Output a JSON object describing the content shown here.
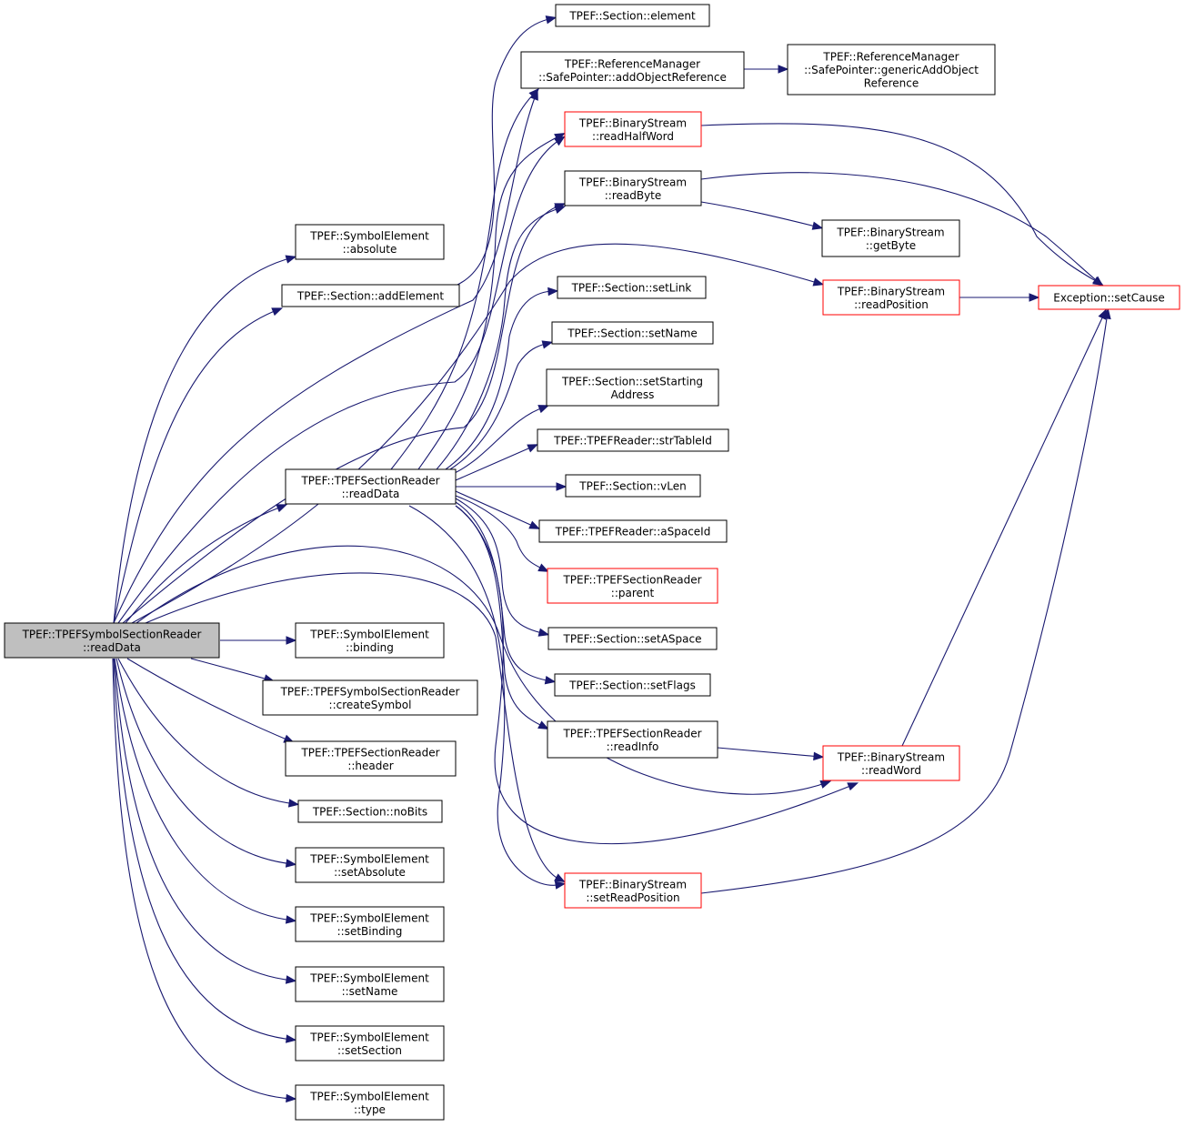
{
  "graph": {
    "nodes": [
      {
        "id": "root",
        "lines": [
          "TPEF::TPEFSymbolSectionReader",
          "::readData"
        ],
        "style": "root"
      },
      {
        "id": "absolute",
        "lines": [
          "TPEF::SymbolElement",
          "::absolute"
        ],
        "style": "normal"
      },
      {
        "id": "addElement",
        "lines": [
          "TPEF::Section::addElement"
        ],
        "style": "normal"
      },
      {
        "id": "secReadData",
        "lines": [
          "TPEF::TPEFSectionReader",
          "::readData"
        ],
        "style": "normal"
      },
      {
        "id": "binding",
        "lines": [
          "TPEF::SymbolElement",
          "::binding"
        ],
        "style": "normal"
      },
      {
        "id": "createSymbol",
        "lines": [
          "TPEF::TPEFSymbolSectionReader",
          "::createSymbol"
        ],
        "style": "normal"
      },
      {
        "id": "header",
        "lines": [
          "TPEF::TPEFSectionReader",
          "::header"
        ],
        "style": "normal"
      },
      {
        "id": "noBits",
        "lines": [
          "TPEF::Section::noBits"
        ],
        "style": "normal"
      },
      {
        "id": "setAbsolute",
        "lines": [
          "TPEF::SymbolElement",
          "::setAbsolute"
        ],
        "style": "normal"
      },
      {
        "id": "setBinding",
        "lines": [
          "TPEF::SymbolElement",
          "::setBinding"
        ],
        "style": "normal"
      },
      {
        "id": "symSetName",
        "lines": [
          "TPEF::SymbolElement",
          "::setName"
        ],
        "style": "normal"
      },
      {
        "id": "setSection",
        "lines": [
          "TPEF::SymbolElement",
          "::setSection"
        ],
        "style": "normal"
      },
      {
        "id": "type",
        "lines": [
          "TPEF::SymbolElement",
          "::type"
        ],
        "style": "normal"
      },
      {
        "id": "element",
        "lines": [
          "TPEF::Section::element"
        ],
        "style": "normal"
      },
      {
        "id": "addObjRef",
        "lines": [
          "TPEF::ReferenceManager",
          "::SafePointer::addObjectReference"
        ],
        "style": "normal"
      },
      {
        "id": "readHalfWord",
        "lines": [
          "TPEF::BinaryStream",
          "::readHalfWord"
        ],
        "style": "red"
      },
      {
        "id": "readByte",
        "lines": [
          "TPEF::BinaryStream",
          "::readByte"
        ],
        "style": "normal"
      },
      {
        "id": "setLink",
        "lines": [
          "TPEF::Section::setLink"
        ],
        "style": "normal"
      },
      {
        "id": "secSetName",
        "lines": [
          "TPEF::Section::setName"
        ],
        "style": "normal"
      },
      {
        "id": "setStartingAddress",
        "lines": [
          "TPEF::Section::setStarting",
          "Address"
        ],
        "style": "normal"
      },
      {
        "id": "strTableId",
        "lines": [
          "TPEF::TPEFReader::strTableId"
        ],
        "style": "normal"
      },
      {
        "id": "vLen",
        "lines": [
          "TPEF::Section::vLen"
        ],
        "style": "normal"
      },
      {
        "id": "aSpaceId",
        "lines": [
          "TPEF::TPEFReader::aSpaceId"
        ],
        "style": "normal"
      },
      {
        "id": "parent",
        "lines": [
          "TPEF::TPEFSectionReader",
          "::parent"
        ],
        "style": "red"
      },
      {
        "id": "setASpace",
        "lines": [
          "TPEF::Section::setASpace"
        ],
        "style": "normal"
      },
      {
        "id": "setFlags",
        "lines": [
          "TPEF::Section::setFlags"
        ],
        "style": "normal"
      },
      {
        "id": "readInfo",
        "lines": [
          "TPEF::TPEFSectionReader",
          "::readInfo"
        ],
        "style": "normal"
      },
      {
        "id": "setReadPosition",
        "lines": [
          "TPEF::BinaryStream",
          "::setReadPosition"
        ],
        "style": "red"
      },
      {
        "id": "genericAddObjRef",
        "lines": [
          "TPEF::ReferenceManager",
          "::SafePointer::genericAddObject",
          "Reference"
        ],
        "style": "normal"
      },
      {
        "id": "getByte",
        "lines": [
          "TPEF::BinaryStream",
          "::getByte"
        ],
        "style": "normal"
      },
      {
        "id": "readPosition",
        "lines": [
          "TPEF::BinaryStream",
          "::readPosition"
        ],
        "style": "red"
      },
      {
        "id": "readWord",
        "lines": [
          "TPEF::BinaryStream",
          "::readWord"
        ],
        "style": "red"
      },
      {
        "id": "setCause",
        "lines": [
          "Exception::setCause"
        ],
        "style": "red"
      }
    ],
    "edges": [
      {
        "from": "root",
        "to": "absolute"
      },
      {
        "from": "root",
        "to": "addElement"
      },
      {
        "from": "root",
        "to": "secReadData"
      },
      {
        "from": "root",
        "to": "binding"
      },
      {
        "from": "root",
        "to": "createSymbol"
      },
      {
        "from": "root",
        "to": "header"
      },
      {
        "from": "root",
        "to": "noBits"
      },
      {
        "from": "root",
        "to": "setAbsolute"
      },
      {
        "from": "root",
        "to": "setBinding"
      },
      {
        "from": "root",
        "to": "symSetName"
      },
      {
        "from": "root",
        "to": "setSection"
      },
      {
        "from": "root",
        "to": "type"
      },
      {
        "from": "root",
        "to": "addObjRef"
      },
      {
        "from": "root",
        "to": "readHalfWord"
      },
      {
        "from": "root",
        "to": "readByte"
      },
      {
        "from": "root",
        "to": "readPosition"
      },
      {
        "from": "root",
        "to": "readWord"
      },
      {
        "from": "root",
        "to": "setReadPosition"
      },
      {
        "from": "addElement",
        "to": "element"
      },
      {
        "from": "secReadData",
        "to": "addObjRef"
      },
      {
        "from": "secReadData",
        "to": "readHalfWord"
      },
      {
        "from": "secReadData",
        "to": "readByte"
      },
      {
        "from": "secReadData",
        "to": "setLink"
      },
      {
        "from": "secReadData",
        "to": "secSetName"
      },
      {
        "from": "secReadData",
        "to": "setStartingAddress"
      },
      {
        "from": "secReadData",
        "to": "strTableId"
      },
      {
        "from": "secReadData",
        "to": "vLen"
      },
      {
        "from": "secReadData",
        "to": "aSpaceId"
      },
      {
        "from": "secReadData",
        "to": "parent"
      },
      {
        "from": "secReadData",
        "to": "setASpace"
      },
      {
        "from": "secReadData",
        "to": "setFlags"
      },
      {
        "from": "secReadData",
        "to": "readInfo"
      },
      {
        "from": "secReadData",
        "to": "readWord"
      },
      {
        "from": "secReadData",
        "to": "setReadPosition"
      },
      {
        "from": "addObjRef",
        "to": "genericAddObjRef"
      },
      {
        "from": "readHalfWord",
        "to": "setCause"
      },
      {
        "from": "readByte",
        "to": "getByte"
      },
      {
        "from": "readByte",
        "to": "setCause"
      },
      {
        "from": "readPosition",
        "to": "setCause"
      },
      {
        "from": "readInfo",
        "to": "readWord"
      },
      {
        "from": "readWord",
        "to": "setCause"
      },
      {
        "from": "setReadPosition",
        "to": "setCause"
      }
    ]
  },
  "colors": {
    "edge": "#191970",
    "root_fill": "#bfbfbf",
    "red_border": "#ff0000",
    "border": "#000000"
  }
}
